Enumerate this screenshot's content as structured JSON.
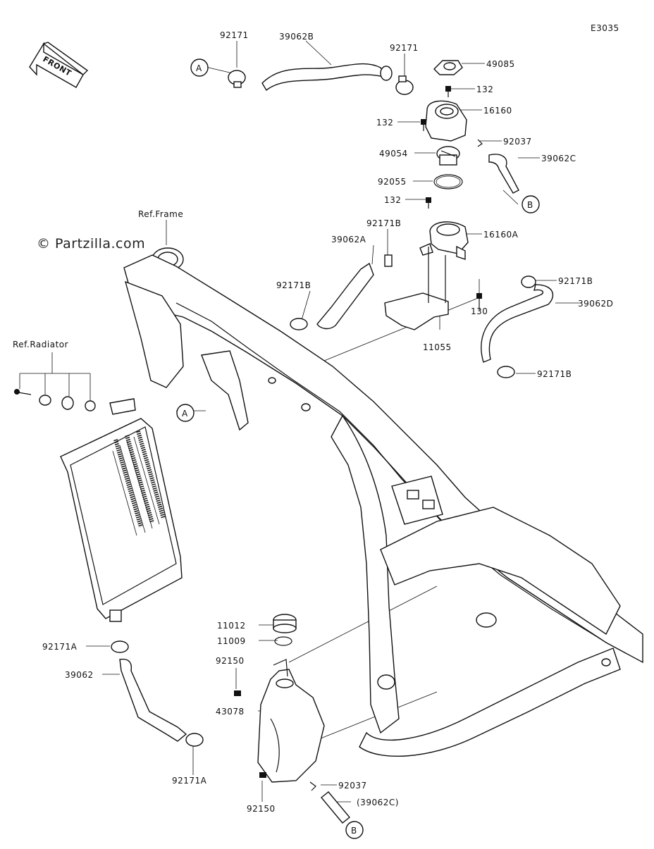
{
  "diagram": {
    "code": "E3035",
    "copyright": "© Partzilla.com",
    "front_label": "FRONT",
    "ref_frame": "Ref.Frame",
    "ref_radiator": "Ref.Radiator",
    "labels": {
      "p92171_top_left": "92171",
      "p39062B": "39062B",
      "p92171_top_right": "92171",
      "p49085": "49085",
      "p132_a": "132",
      "p16160": "16160",
      "p132_b": "132",
      "p92037_top": "92037",
      "p49054": "49054",
      "p39062C": "39062C",
      "p92055": "92055",
      "p132_c": "132",
      "p92171B_a": "92171B",
      "p16160A": "16160A",
      "p39062A": "39062A",
      "p92171B_b": "92171B",
      "p92171B_c": "92171B",
      "p130": "130",
      "p39062D": "39062D",
      "p11055": "11055",
      "p92171B_d": "92171B",
      "p11012": "11012",
      "p11009": "11009",
      "p92150_a": "92150",
      "p43078": "43078",
      "p92171A_a": "92171A",
      "p39062": "39062",
      "p92171A_b": "92171A",
      "p92037_bottom": "92037",
      "p92150_b": "92150",
      "p39062C_paren": "(39062C)"
    },
    "callouts": {
      "a_top": "A",
      "a_mid": "A",
      "b_top": "B",
      "b_bottom": "B"
    }
  }
}
